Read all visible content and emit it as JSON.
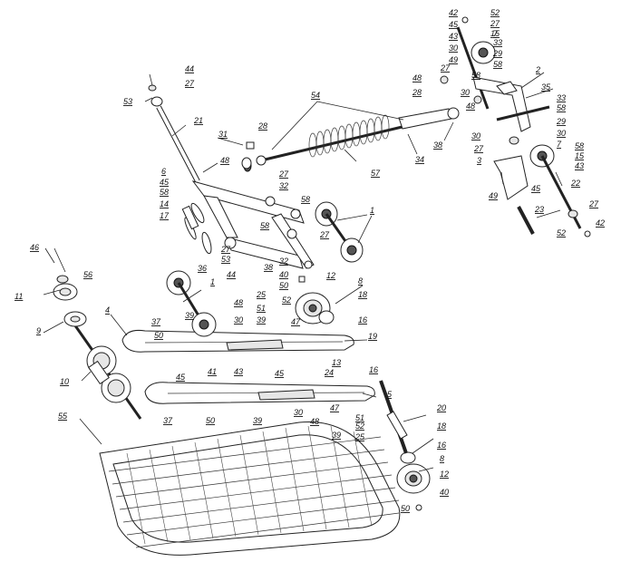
{
  "diagram": {
    "labels": {
      "c1": "42",
      "c2": "52",
      "c3": "45",
      "c4": "27",
      "c5": "43",
      "c6": "15",
      "c7": "7",
      "c8": "33",
      "c9": "30",
      "c10": "29",
      "c11": "49",
      "c12": "58",
      "c13": "27",
      "c14": "58",
      "c15": "48",
      "c16": "28",
      "c17": "30",
      "c18": "2",
      "c19": "35",
      "c20": "48",
      "c21": "33",
      "c22": "30",
      "c23": "58",
      "c24": "29",
      "c25": "27",
      "c26": "30",
      "c27": "38",
      "c28": "3",
      "c29": "7",
      "c30": "58",
      "c31": "15",
      "c32": "43",
      "c33": "45",
      "c34": "49",
      "c35": "22",
      "c36": "23",
      "c37": "27",
      "c38": "52",
      "c39": "42",
      "a1": "44",
      "a2": "53",
      "a3": "27",
      "a4": "21",
      "a5": "28",
      "a6": "31",
      "a7": "48",
      "a8": "54",
      "a9": "57",
      "a10": "34",
      "a11": "6",
      "a12": "45",
      "a13": "27",
      "a14": "58",
      "a15": "32",
      "a16": "58",
      "a17": "14",
      "a18": "17",
      "a19": "1",
      "a20": "58",
      "a21": "27",
      "a22": "32",
      "a23": "27",
      "a24": "53",
      "a25": "36",
      "a26": "38",
      "a27": "44",
      "a28": "40",
      "a29": "50",
      "a30": "12",
      "a31": "1",
      "a32": "8",
      "a33": "18",
      "a34": "48",
      "b1": "46",
      "b2": "56",
      "b3": "11",
      "b4": "9",
      "b5": "4",
      "b6": "37",
      "b7": "39",
      "b8": "50",
      "b9": "30",
      "b10": "25",
      "b11": "51",
      "b12": "52",
      "b13": "39",
      "b14": "47",
      "b15": "16",
      "b16": "19",
      "b17": "13",
      "b18": "10",
      "b19": "45",
      "b20": "41",
      "b21": "43",
      "b22": "45",
      "b23": "24",
      "b24": "16",
      "b25": "5",
      "b26": "37",
      "b27": "50",
      "b28": "39",
      "b29": "30",
      "b30": "48",
      "b31": "47",
      "b32": "51",
      "b33": "52",
      "b34": "39",
      "b35": "25",
      "b36": "20",
      "b37": "18",
      "b38": "55",
      "b39": "16",
      "b40": "8",
      "b41": "12",
      "b42": "50",
      "b43": "40"
    }
  }
}
